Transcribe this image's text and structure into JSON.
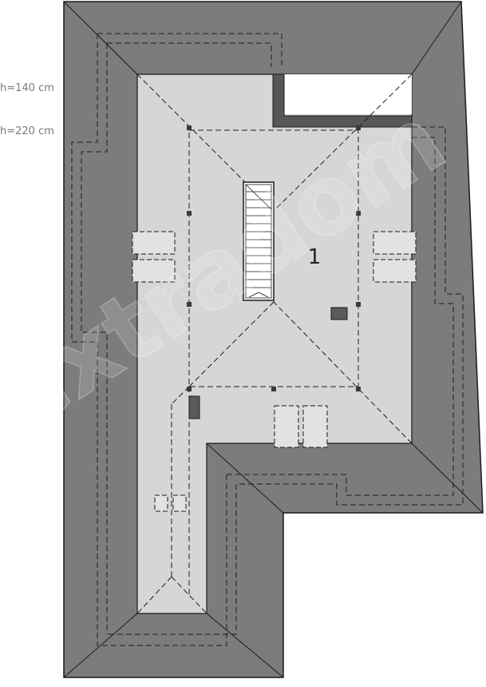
{
  "legend": {
    "h140": "h=140 cm",
    "h220": "h=220 cm"
  },
  "rooms": [
    {
      "number": "1"
    }
  ],
  "watermark": "extradom",
  "colors": {
    "roof": "#7c7c7c",
    "attic_floor": "#d6d6d6",
    "void": "#ffffff",
    "wall": "#575757",
    "outline": "#1a1a1a",
    "dashed": "#1e1e1e",
    "watermark": "#ffffff"
  }
}
